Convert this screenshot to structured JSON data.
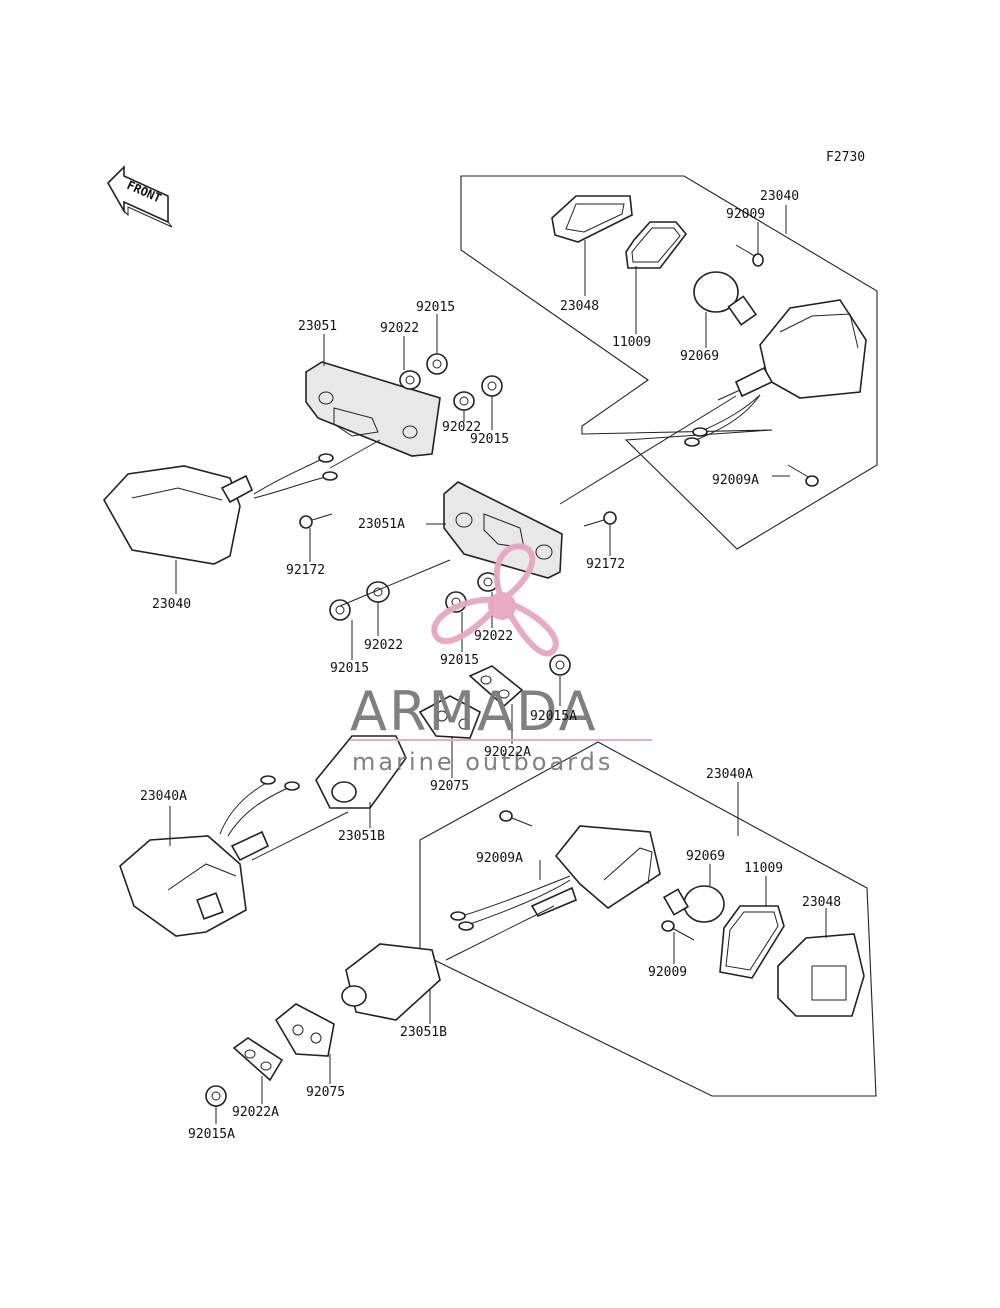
{
  "diagram": {
    "figure_code": "F2730",
    "front_arrow_label": "FRONT",
    "watermark": {
      "brand": "ARMADA",
      "tagline": "marine outboards",
      "color": "#e6a7c0"
    },
    "labels": {
      "23040_top": "23040",
      "23048_top": "23048",
      "11009_top": "11009",
      "92009_top": "92009",
      "92069_top": "92069",
      "92009A_top": "92009A",
      "23051": "23051",
      "92015_a": "92015",
      "92022_a": "92022",
      "92015_b": "92015",
      "92022_b": "92022",
      "23040_left": "23040",
      "92172_left": "92172",
      "23051A": "23051A",
      "92172_right": "92172",
      "92015_c": "92015",
      "92022_c": "92022",
      "92015_d": "92015",
      "92022_d": "92022",
      "92015A_mid": "92015A",
      "92022A_mid": "92022A",
      "92075_mid": "92075",
      "23040A_left": "23040A",
      "23051B_mid": "23051B",
      "23040A_right": "23040A",
      "92009A_bottom": "92009A",
      "92069_bottom": "92069",
      "11009_bottom": "11009",
      "23048_bottom": "23048",
      "92009_bottom": "92009",
      "23051B_bottom": "23051B",
      "92075_bottom": "92075",
      "92022A_bottom": "92022A",
      "92015A_bottom": "92015A"
    }
  }
}
